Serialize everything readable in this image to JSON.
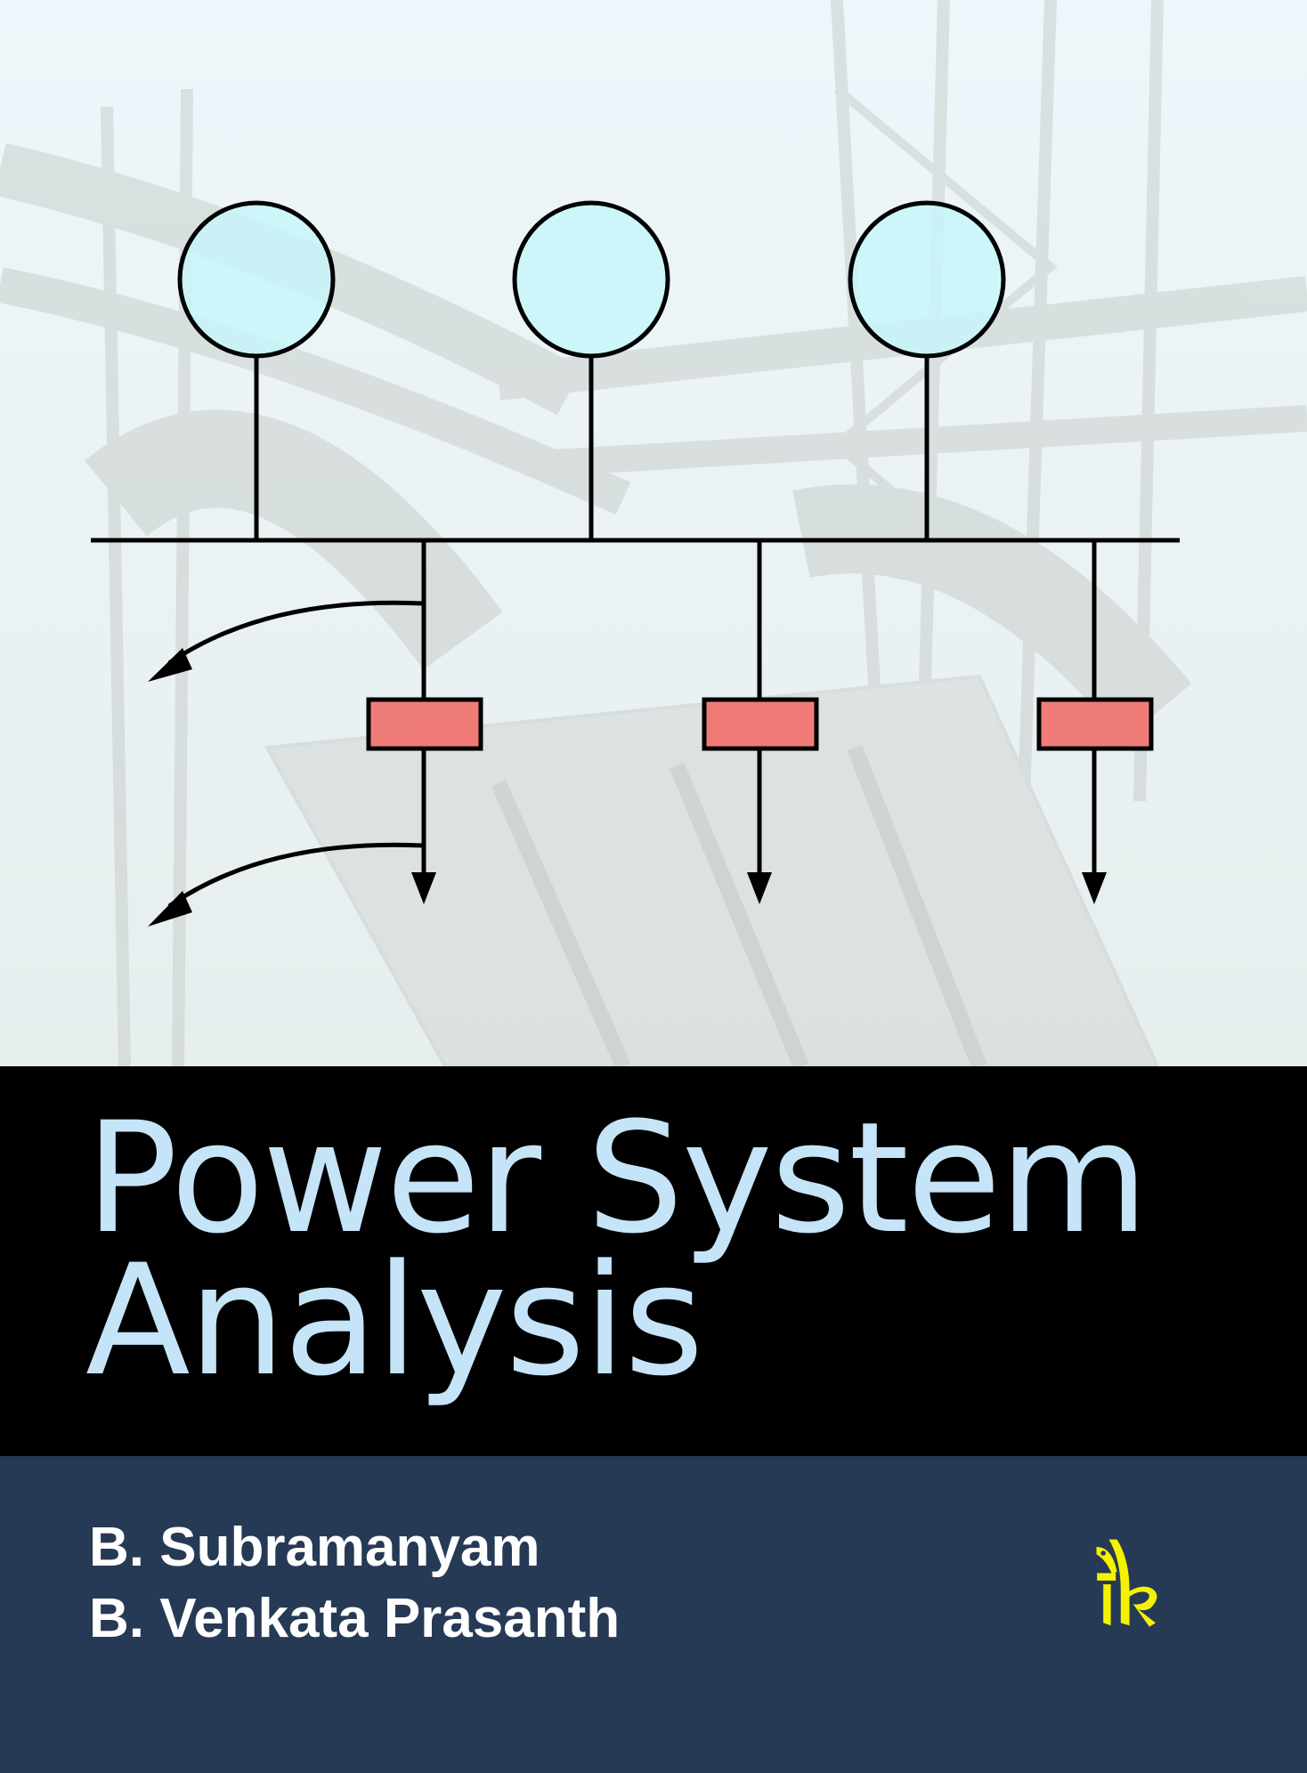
{
  "cover": {
    "title_line1": "Power System",
    "title_line2": "Analysis",
    "authors": [
      "B. Subramanyam",
      "B. Venkata Prasanth"
    ],
    "publisher_logo": "ik"
  },
  "colors": {
    "title": "#c6e4f8",
    "title_band": "#000000",
    "author_band": "#263a55",
    "logo": "#f5f200",
    "generator_fill": "#c8f6fa",
    "breaker_fill": "#f07570"
  }
}
